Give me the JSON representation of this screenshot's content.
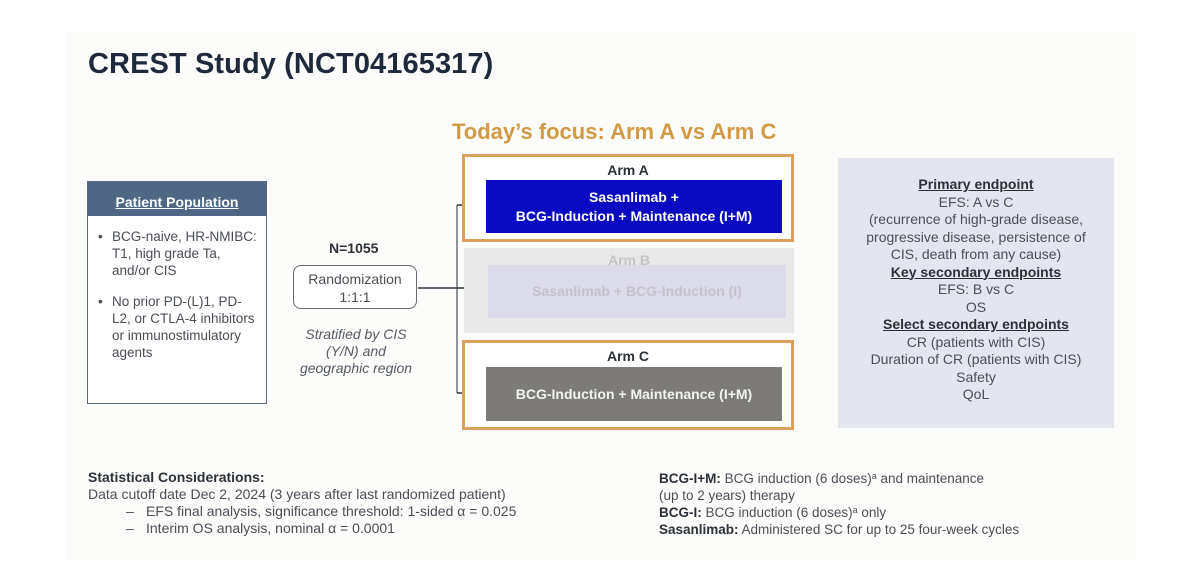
{
  "title": "CREST Study (NCT04165317)",
  "focus_title": "Today’s focus: Arm A vs Arm C",
  "patient_population": {
    "header": "Patient Population",
    "items": [
      "BCG-naive, HR-NMIBC: T1, high grade Ta, and/or CIS",
      "No prior PD-(L)1, PD-L2, or CTLA-4 inhibitors or immunostimulatory agents"
    ]
  },
  "randomization": {
    "n_label": "N=1055",
    "box_line1": "Randomization",
    "box_line2": "1:1:1",
    "stratification": "Stratified by CIS (Y/N) and geographic region"
  },
  "arms": [
    {
      "label": "Arm A",
      "line1": "Sasanlimab +",
      "line2": "BCG-Induction + Maintenance (I+M)",
      "highlighted": true,
      "color": "#0a0ac2"
    },
    {
      "label": "Arm B",
      "line1": "Sasanlimab + BCG-Induction (I)",
      "line2": "",
      "highlighted": false,
      "color": "#dcdbea"
    },
    {
      "label": "Arm C",
      "line1": "BCG-Induction + Maintenance (I+M)",
      "line2": "",
      "highlighted": true,
      "color": "#7c7b78"
    }
  ],
  "endpoints": {
    "primary_header": "Primary endpoint",
    "primary_lines": [
      "EFS: A vs C",
      "(recurrence of high-grade disease,",
      "progressive disease, persistence of",
      "CIS, death from any cause)"
    ],
    "key_secondary_header": "Key secondary endpoints",
    "key_secondary_lines": [
      "EFS: B vs C",
      "OS"
    ],
    "select_secondary_header": "Select secondary endpoints",
    "select_secondary_lines": [
      "CR (patients with CIS)",
      "Duration of CR (patients with CIS)",
      "Safety",
      "QoL"
    ]
  },
  "statistical": {
    "header": "Statistical Considerations:",
    "line": "Data cutoff date Dec 2, 2024 (3 years after last randomized patient)",
    "bullets": [
      "EFS final analysis, significance threshold: 1-sided α = 0.025",
      "Interim OS analysis, nominal α = 0.0001"
    ],
    "dash": "–"
  },
  "definitions": {
    "bcg_im_label": "BCG-I+M:",
    "bcg_im_text_a": " BCG induction (6 doses)",
    "bcg_im_sup": "a",
    "bcg_im_text_b": " and maintenance",
    "bcg_im_text_c": "(up to 2 years) therapy",
    "bcg_i_label": "BCG-I:",
    "bcg_i_text_a": " BCG induction (6 doses)",
    "bcg_i_sup": "a",
    "bcg_i_text_b": " only",
    "sas_label": "Sasanlimab:",
    "sas_text": " Administered SC for up to 25 four-week cycles"
  },
  "colors": {
    "accent_orange": "#dca05a",
    "title_navy": "#1e2a3c",
    "header_blue": "#4f6684",
    "arm_a_blue": "#0a0ac2",
    "arm_c_gray": "#7c7b78",
    "endpoint_bg": "#e3e6ef"
  }
}
